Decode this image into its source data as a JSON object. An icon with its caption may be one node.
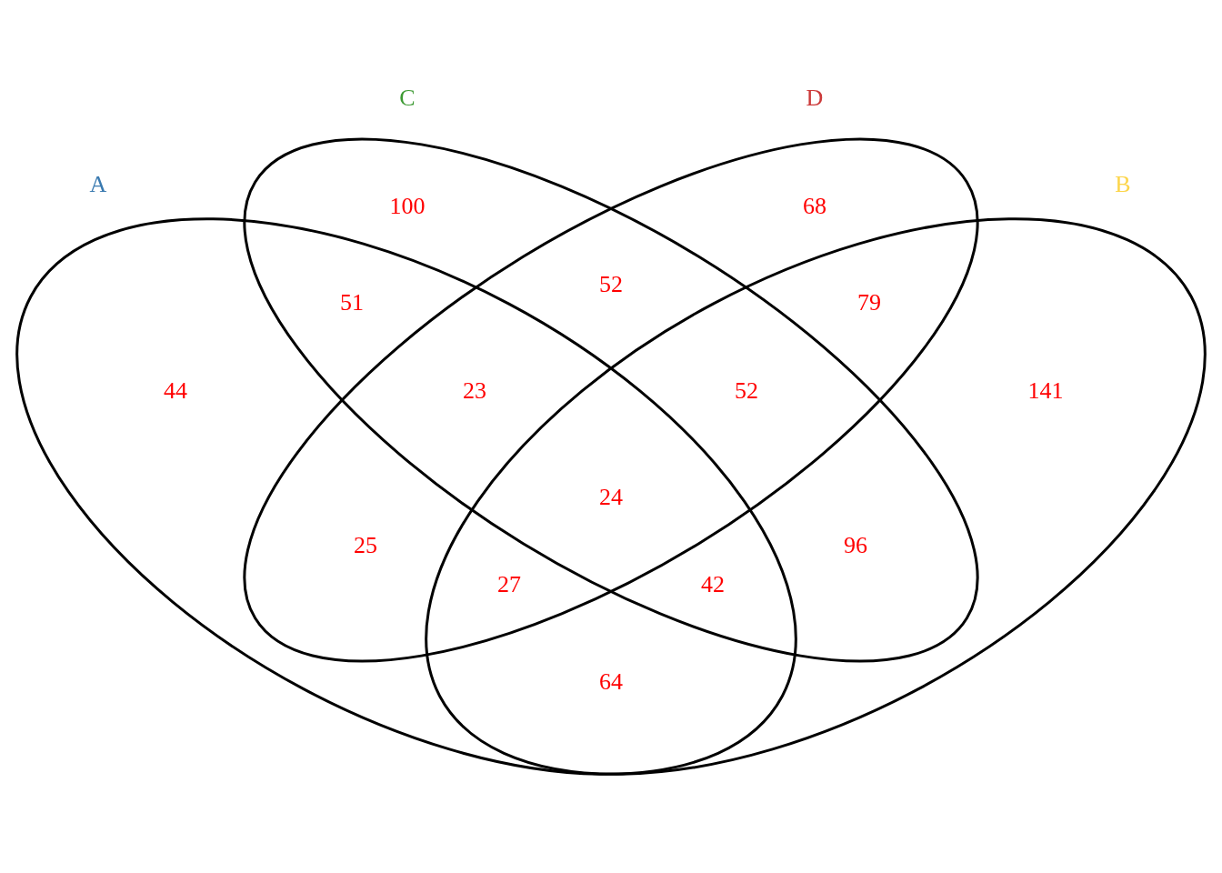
{
  "diagram": {
    "nodes": [
      {
        "text": [
          "C"
        ]
      },
      {
        "text": [
          "D"
        ]
      },
      {
        "text": [
          "A"
        ]
      },
      {
        "text": [
          "B"
        ]
      }
    ],
    "labels": [
      "100",
      "68",
      "52",
      "51",
      "79",
      "44",
      "23",
      "52",
      "141",
      "24",
      "25",
      "96",
      "27",
      "42",
      "64"
    ]
  }
}
